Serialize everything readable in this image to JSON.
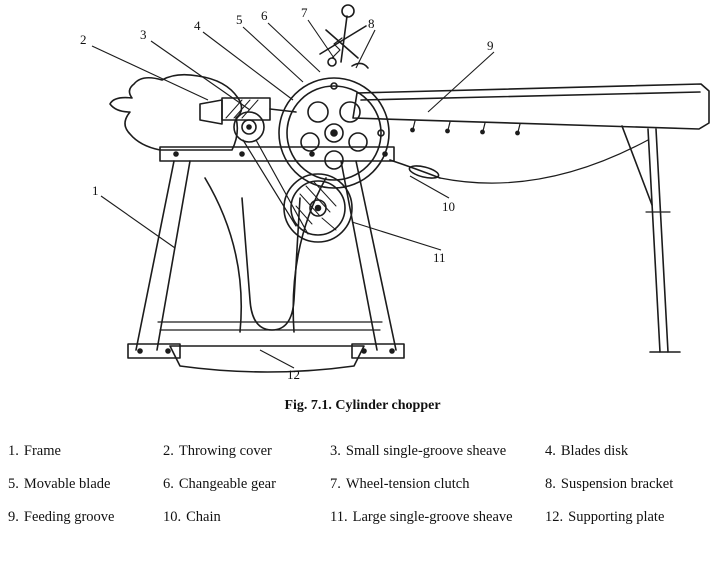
{
  "figure": {
    "caption": "Fig. 7.1. Cylinder chopper",
    "callouts": [
      {
        "n": "1"
      },
      {
        "n": "2"
      },
      {
        "n": "3"
      },
      {
        "n": "4"
      },
      {
        "n": "5"
      },
      {
        "n": "6"
      },
      {
        "n": "7"
      },
      {
        "n": "8"
      },
      {
        "n": "9"
      },
      {
        "n": "10"
      },
      {
        "n": "11"
      },
      {
        "n": "12"
      }
    ]
  },
  "legend": {
    "items": [
      {
        "num": "1.",
        "label": "Frame"
      },
      {
        "num": "2.",
        "label": "Throwing cover"
      },
      {
        "num": "3.",
        "label": "Small single-groove sheave"
      },
      {
        "num": "4.",
        "label": "Blades disk"
      },
      {
        "num": "5.",
        "label": "Movable blade"
      },
      {
        "num": "6.",
        "label": "Changeable gear"
      },
      {
        "num": "7.",
        "label": "Wheel-tension clutch"
      },
      {
        "num": "8.",
        "label": "Suspension bracket"
      },
      {
        "num": "9.",
        "label": "Feeding groove"
      },
      {
        "num": "10.",
        "label": "Chain"
      },
      {
        "num": "11.",
        "label": "Large single-groove sheave"
      },
      {
        "num": "12.",
        "label": "Supporting plate"
      }
    ]
  }
}
